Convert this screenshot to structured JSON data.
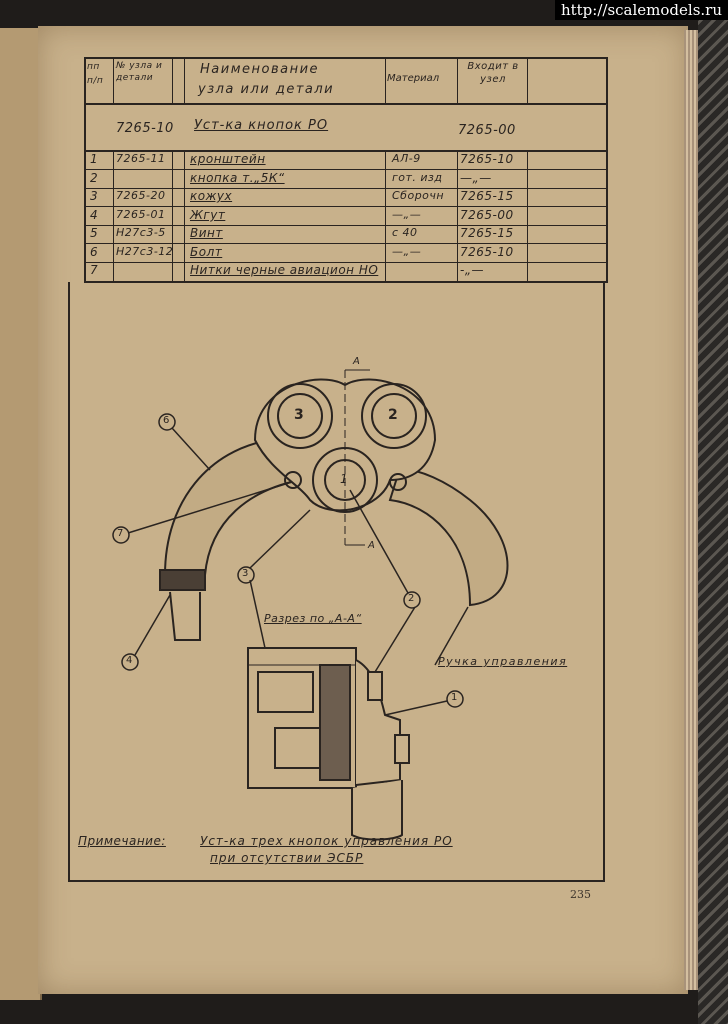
{
  "watermark": "http://scalemodels.ru",
  "table": {
    "headers": {
      "num": "пп п/п",
      "part_no": "№ узла и детали",
      "name_line1": "Наименование",
      "name_line2": "узла или детали",
      "material": "Материал",
      "in_unit": "Входит в узел"
    },
    "assembly": {
      "part_no": "7265-10",
      "name": "Уст-ка кнопок РО",
      "in_unit": "7265-00"
    },
    "rows": [
      {
        "num": "1",
        "part_no": "7265-11",
        "name": "кронштейн",
        "material": "АЛ-9",
        "in_unit": "7265-10"
      },
      {
        "num": "2",
        "part_no": "",
        "name": "кнопка т.„5К“",
        "material": "гот. изд",
        "in_unit": "—„—"
      },
      {
        "num": "3",
        "part_no": "7265-20",
        "name": "кожух",
        "material": "Сборочн",
        "in_unit": "7265-15"
      },
      {
        "num": "4",
        "part_no": "7265-01",
        "name": "Жгут",
        "material": "—„—",
        "in_unit": "7265-00"
      },
      {
        "num": "5",
        "part_no": "Н27с3-5",
        "name": "Винт",
        "material": "с 40",
        "in_unit": "7265-15"
      },
      {
        "num": "6",
        "part_no": "Н27с3-12",
        "name": "Болт",
        "material": "—„—",
        "in_unit": "7265-10"
      },
      {
        "num": "7",
        "part_no": "",
        "name": "Нитки черные авиацион НО",
        "material": "",
        "in_unit": "-„—"
      }
    ]
  },
  "drawing": {
    "section_label": "Разрез по „А-А“",
    "handle_label": "Ручка управления",
    "section_marks": [
      "А",
      "А"
    ],
    "callouts": [
      "1",
      "2",
      "3",
      "4",
      "6",
      "7",
      "3",
      "2",
      "1"
    ]
  },
  "note": {
    "label": "Примечание:",
    "line1": "Уст-ка трех кнопок управления РО",
    "line2": "при отсутствии ЭСБР"
  },
  "page_number": "235"
}
